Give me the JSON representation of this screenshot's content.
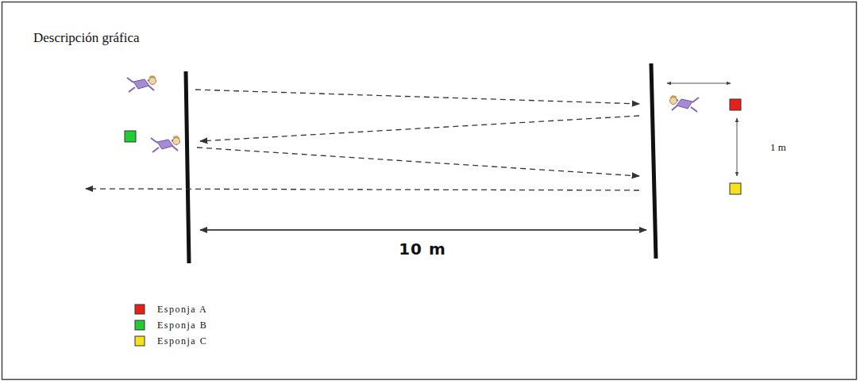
{
  "diagram": {
    "title": "Descripción gráfica",
    "labels": [
      "1 m",
      "10 m"
    ],
    "legend": [
      {
        "text": "Esponja A",
        "color": "#e8201c"
      },
      {
        "text": "Esponja B",
        "color": "#22cc33"
      },
      {
        "text": "Esponja C",
        "color": "#f5e11e"
      }
    ]
  }
}
